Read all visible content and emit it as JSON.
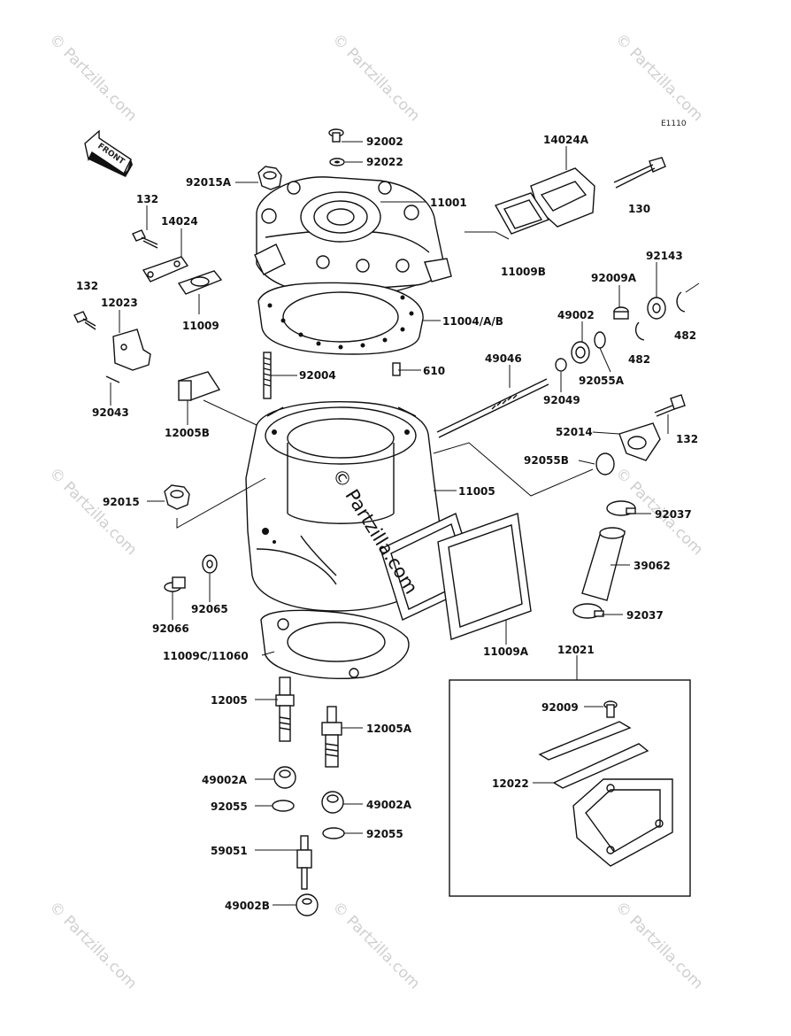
{
  "diagram_code": "E1110",
  "front_arrow_label": "FRONT",
  "watermark_text": "© Partzilla.com",
  "colors": {
    "line": "#111111",
    "background": "#ffffff",
    "watermark": "#cfcfcf"
  },
  "labels": {
    "l92002": "92002",
    "l92022": "92022",
    "l92015A": "92015A",
    "l11001": "11001",
    "l14024A": "14024A",
    "l130": "130",
    "l132a": "132",
    "l14024": "14024",
    "l11009": "11009",
    "l11009B": "11009B",
    "l92143": "92143",
    "l132b": "132",
    "l12023": "12023",
    "l92009A": "92009A",
    "l11004": "11004/A/B",
    "l49002": "49002",
    "l482a": "482",
    "l482b": "482",
    "l610": "610",
    "l49046": "49046",
    "l92004": "92004",
    "l92043": "92043",
    "l92049": "92049",
    "l92055A": "92055A",
    "l12005B": "12005B",
    "l52014": "52014",
    "l132c": "132",
    "l92055B": "92055B",
    "l11005": "11005",
    "l92015": "92015",
    "l92037a": "92037",
    "l39062": "39062",
    "l92066": "92066",
    "l92065": "92065",
    "l92037b": "92037",
    "l11009A": "11009A",
    "l11009C": "11009C/11060",
    "l12021": "12021",
    "l12005": "12005",
    "l12005A": "12005A",
    "l92009": "92009",
    "l49002A_1": "49002A",
    "l12022": "12022",
    "l92055_1": "92055",
    "l49002A_2": "49002A",
    "l92055_2": "92055",
    "l59051": "59051",
    "l49002B": "49002B"
  }
}
